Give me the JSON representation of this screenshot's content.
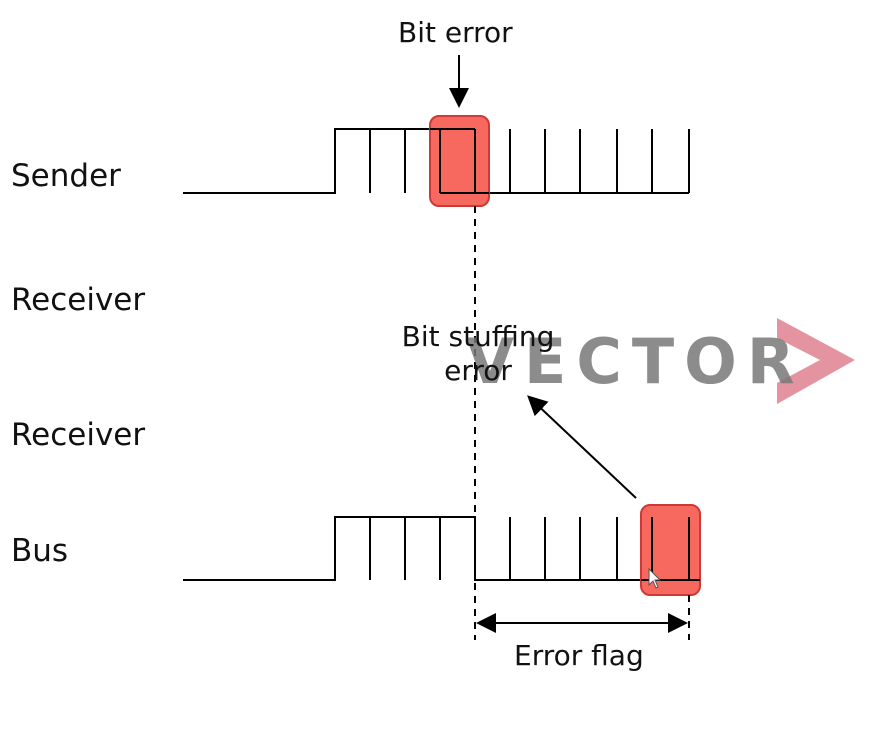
{
  "rows": {
    "sender": "Sender",
    "receiver_1": "Receiver",
    "receiver_2": "Receiver",
    "bus": "Bus"
  },
  "annotations": {
    "bit_error": "Bit error",
    "bit_stuffing_line1": "Bit stuffing",
    "bit_stuffing_line2": "error",
    "error_flag": "Error flag"
  },
  "watermark": {
    "text": "VECTOR",
    "chevron_color": "#e08896",
    "text_color": "#7b7b7b"
  },
  "colors": {
    "highlight_fill": "#f76156",
    "highlight_stroke": "#c9302c",
    "signal": "#000000"
  }
}
